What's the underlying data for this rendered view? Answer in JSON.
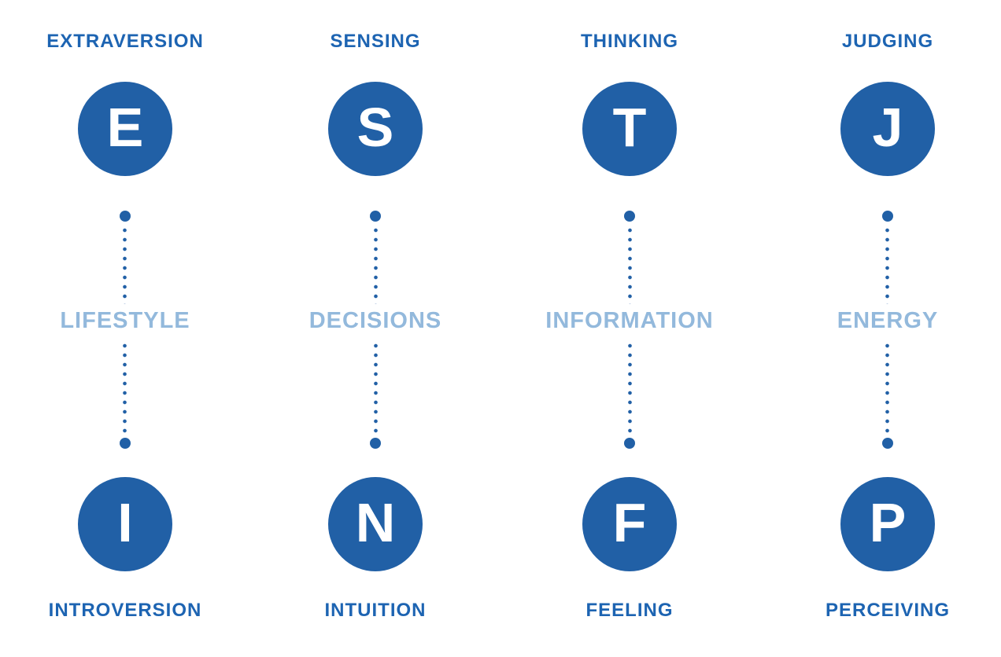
{
  "colors": {
    "background": "#ffffff",
    "trait_circle_blue": "#2160a6",
    "trait_label_blue": "#1d64b2",
    "axis_label_light_blue": "#93b9dc",
    "connector_dot_blue": "#2160a6",
    "letter_white": "#ffffff"
  },
  "diagram": {
    "dichotomies": [
      {
        "top_label": "EXTRAVERSION",
        "top_letter": "E",
        "axis_label": "LIFESTYLE",
        "bottom_letter": "I",
        "bottom_label": "INTROVERSION"
      },
      {
        "top_label": "SENSING",
        "top_letter": "S",
        "axis_label": "DECISIONS",
        "bottom_letter": "N",
        "bottom_label": "INTUITION"
      },
      {
        "top_label": "THINKING",
        "top_letter": "T",
        "axis_label": "INFORMATION",
        "bottom_letter": "F",
        "bottom_label": "FEELING"
      },
      {
        "top_label": "JUDGING",
        "top_letter": "J",
        "axis_label": "ENERGY",
        "bottom_letter": "P",
        "bottom_label": "PERCEIVING"
      }
    ]
  }
}
